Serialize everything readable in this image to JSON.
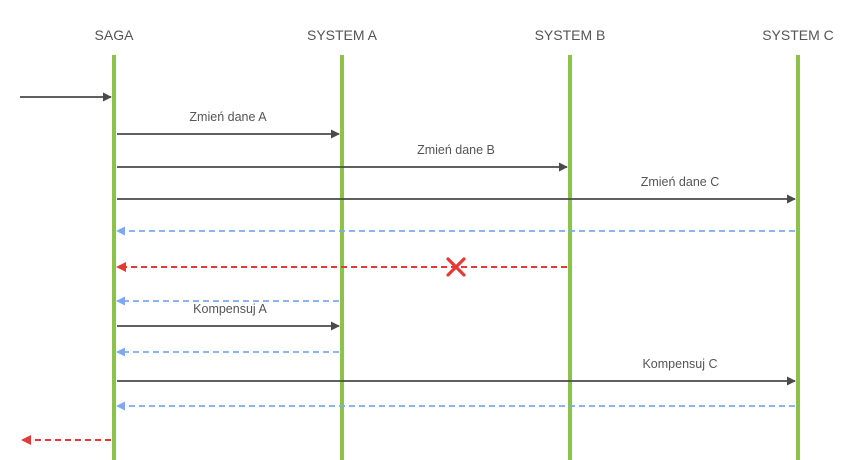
{
  "participants": [
    {
      "id": "saga",
      "label": "SAGA"
    },
    {
      "id": "a",
      "label": "SYSTEM A"
    },
    {
      "id": "b",
      "label": "SYSTEM B"
    },
    {
      "id": "c",
      "label": "SYSTEM C"
    }
  ],
  "colors": {
    "lifeline": "#8bc34a",
    "request": "#4a4a4a",
    "response": "#7aaaf0",
    "failure": "#e53935",
    "text": "#555555"
  },
  "messages": [
    {
      "from": "external",
      "to": "saga",
      "kind": "request",
      "label": ""
    },
    {
      "from": "saga",
      "to": "a",
      "kind": "request",
      "label": "Zmień dane A"
    },
    {
      "from": "saga",
      "to": "b",
      "kind": "request",
      "label": "Zmień dane B"
    },
    {
      "from": "saga",
      "to": "c",
      "kind": "request",
      "label": "Zmień dane C"
    },
    {
      "from": "c",
      "to": "saga",
      "kind": "response",
      "label": ""
    },
    {
      "from": "b",
      "to": "saga",
      "kind": "failure",
      "label": "",
      "marker": "x"
    },
    {
      "from": "a",
      "to": "saga",
      "kind": "response",
      "label": ""
    },
    {
      "from": "saga",
      "to": "a",
      "kind": "request",
      "label": "Kompensuj A"
    },
    {
      "from": "a",
      "to": "saga",
      "kind": "response",
      "label": ""
    },
    {
      "from": "saga",
      "to": "c",
      "kind": "request",
      "label": "Kompensuj C"
    },
    {
      "from": "c",
      "to": "saga",
      "kind": "response",
      "label": ""
    },
    {
      "from": "saga",
      "to": "external",
      "kind": "failure",
      "label": ""
    }
  ]
}
